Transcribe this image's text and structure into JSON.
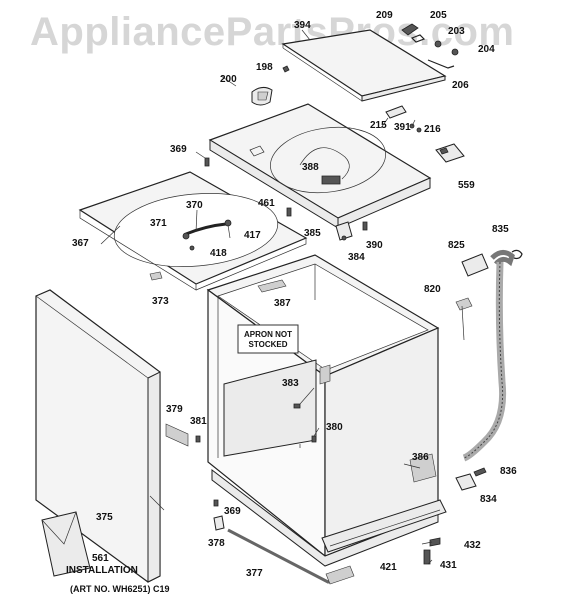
{
  "watermark": {
    "text": "AppliancePartsPros.com"
  },
  "parts": [
    "394",
    "209",
    "205",
    "203",
    "204",
    "198",
    "206",
    "200",
    "215",
    "391",
    "216",
    "369",
    "388",
    "559",
    "461",
    "370",
    "371",
    "417",
    "418",
    "367",
    "385",
    "384",
    "390",
    "373",
    "835",
    "825",
    "820",
    "387",
    "383",
    "379",
    "381",
    "380",
    "386",
    "836",
    "834",
    "375",
    "369",
    "378",
    "561",
    "377",
    "421",
    "432",
    "431"
  ],
  "apron_note": {
    "line1": "APRON NOT",
    "line2": "STOCKED"
  },
  "installation_label": "INSTALLATION",
  "art_number": "(ART NO. WH6251) C19"
}
